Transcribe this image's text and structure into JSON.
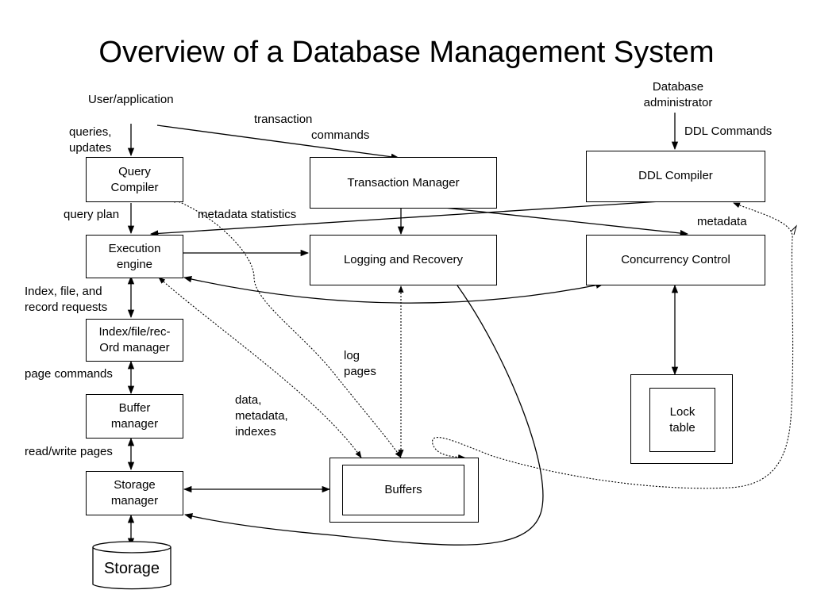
{
  "title": "Overview of a Database Management System",
  "actors": {
    "user": "User/application",
    "dba": "Database\nadministrator"
  },
  "boxes": {
    "query_compiler": "Query\nCompiler",
    "transaction_manager": "Transaction Manager",
    "ddl_compiler": "DDL Compiler",
    "execution_engine": "Execution\nengine",
    "logging_recovery": "Logging and Recovery",
    "concurrency_control": "Concurrency Control",
    "index_manager": "Index/file/rec-\nOrd manager",
    "buffer_manager": "Buffer\nmanager",
    "storage_manager": "Storage\nmanager",
    "buffers": "Buffers",
    "lock_table": "Lock\ntable",
    "storage": "Storage"
  },
  "labels": {
    "queries_updates": "queries,\nupdates",
    "transaction_commands_1": "transaction",
    "transaction_commands_2": "commands",
    "ddl_commands": "DDL Commands",
    "query_plan": "query plan",
    "metadata_statistics": "metadata statistics",
    "metadata": "metadata",
    "index_requests": "Index, file, and\nrecord requests",
    "page_commands": "page commands",
    "read_write_pages": "read/write pages",
    "log_pages": "log\npages",
    "data_metadata_indexes": "data,\nmetadata,\nindexes"
  }
}
